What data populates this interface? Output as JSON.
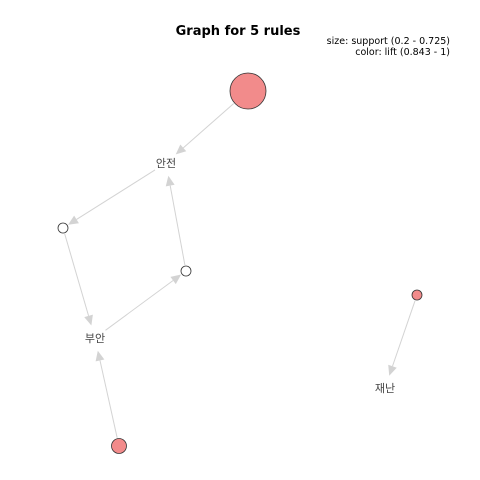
{
  "title": "Graph for 5 rules",
  "legend": {
    "size_line": "size: support (0.2 - 0.725)",
    "color_line": "color: lift (0.843 - 1)"
  },
  "colors": {
    "high_lift": "#f28b8b",
    "low_lift": "#ffffff",
    "edge": "#d3d3d3"
  },
  "items": [
    {
      "id": "anjeon",
      "label": "안전"
    },
    {
      "id": "buan",
      "label": "부안"
    },
    {
      "id": "jaenan",
      "label": "재난"
    }
  ],
  "rules": [
    {
      "id": "r1",
      "lhs": [],
      "rhs": "anjeon",
      "support": 0.725,
      "lift": 1.0
    },
    {
      "id": "r2",
      "lhs": [
        "anjeon"
      ],
      "rhs": "buan",
      "support": 0.2,
      "lift": 0.843
    },
    {
      "id": "r3",
      "lhs": [
        "buan"
      ],
      "rhs": "anjeon",
      "support": 0.2,
      "lift": 0.843
    },
    {
      "id": "r4",
      "lhs": [],
      "rhs": "buan",
      "support": 0.3,
      "lift": 1.0
    },
    {
      "id": "r5",
      "lhs": [],
      "rhs": "jaenan",
      "support": 0.2,
      "lift": 1.0
    }
  ]
}
